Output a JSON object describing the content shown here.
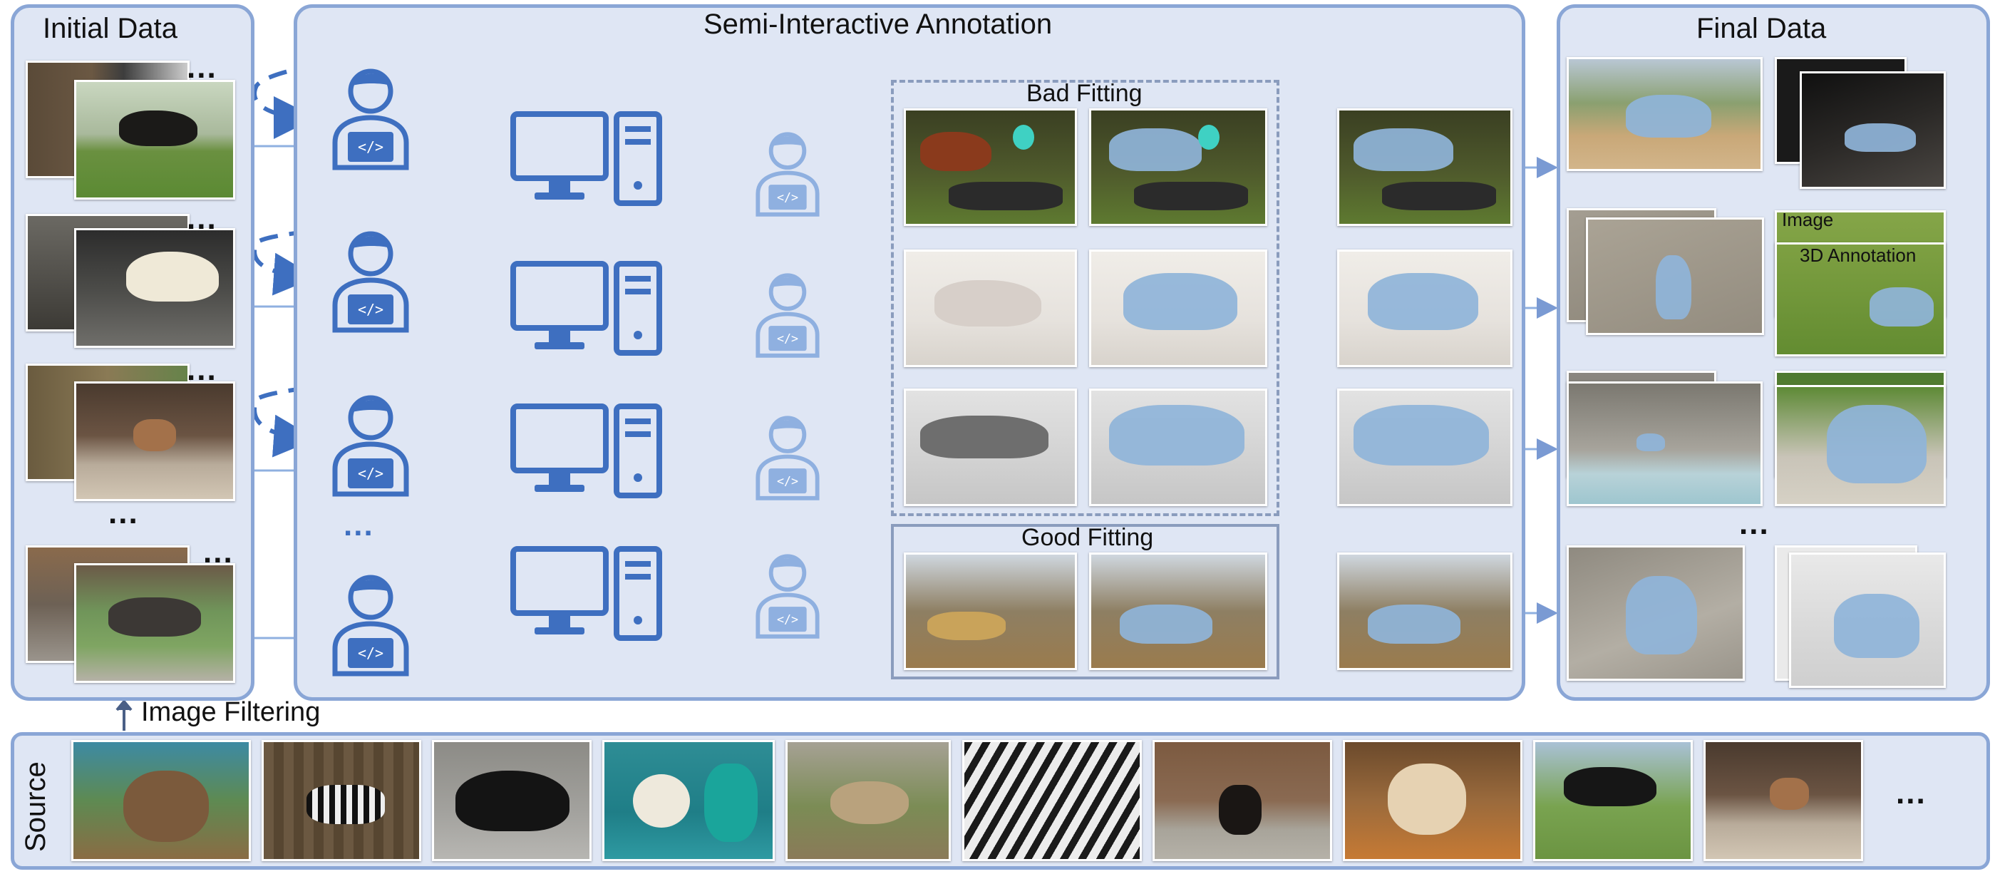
{
  "initial_data": {
    "title": "Initial Data",
    "more": "..."
  },
  "annotation": {
    "title": "Semi-Interactive Annotation",
    "more": "...",
    "bad_fitting": "Bad Fitting",
    "good_fitting": "Good Fitting"
  },
  "final_data": {
    "title": "Final Data",
    "more": "...",
    "image_label": "Image",
    "annotation_label": "3D Annotation"
  },
  "filter": {
    "label": "Image Filtering"
  },
  "source": {
    "label": "Source",
    "more": "..."
  },
  "colors": {
    "panel_fill": "#dfe6f4",
    "panel_border": "#8aa6d6",
    "accent": "#3e6fc0",
    "accent_light": "#7a9ad3",
    "mesh": "#8fb4d9"
  }
}
